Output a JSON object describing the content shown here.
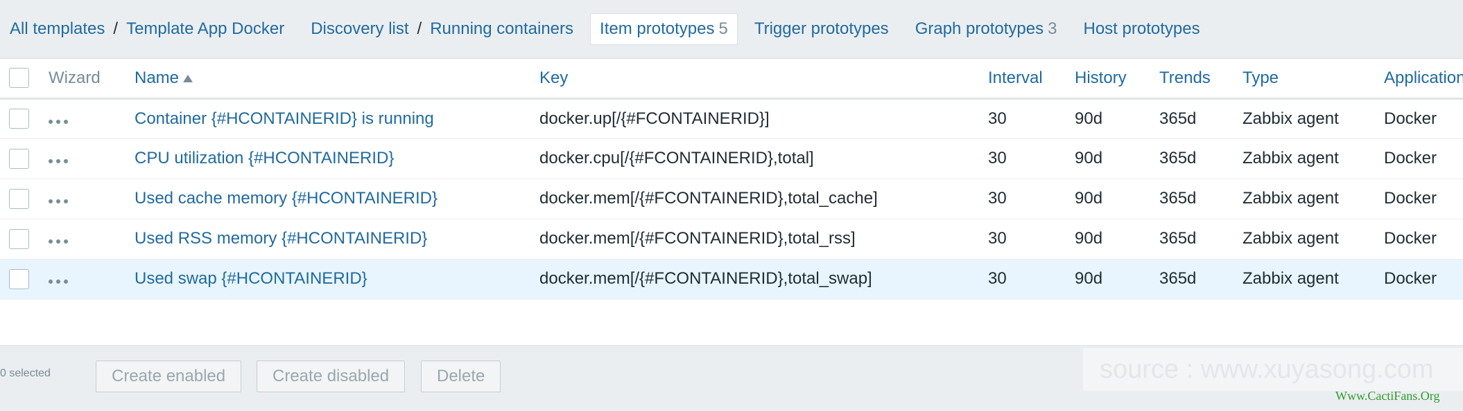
{
  "nav": {
    "breadcrumb_1": "All templates",
    "breadcrumb_2": "Template App Docker",
    "breadcrumb_3": "Discovery list",
    "breadcrumb_4": "Running containers",
    "separator": "/",
    "tabs": [
      {
        "label": "Item prototypes",
        "count": "5",
        "active": true
      },
      {
        "label": "Trigger prototypes",
        "count": ""
      },
      {
        "label": "Graph prototypes",
        "count": "3"
      },
      {
        "label": "Host prototypes",
        "count": ""
      }
    ]
  },
  "table": {
    "columns": {
      "wizard": "Wizard",
      "name": "Name",
      "key": "Key",
      "interval": "Interval",
      "history": "History",
      "trends": "Trends",
      "type": "Type",
      "applications": "Applications"
    },
    "sort": {
      "column": "name",
      "direction": "asc"
    },
    "rows": [
      {
        "name": "Container {#HCONTAINERID} is running",
        "key": "docker.up[/{#FCONTAINERID}]",
        "interval": "30",
        "history": "90d",
        "trends": "365d",
        "type": "Zabbix agent",
        "applications": "Docker"
      },
      {
        "name": "CPU utilization {#HCONTAINERID}",
        "key": "docker.cpu[/{#FCONTAINERID},total]",
        "interval": "30",
        "history": "90d",
        "trends": "365d",
        "type": "Zabbix agent",
        "applications": "Docker"
      },
      {
        "name": "Used cache memory {#HCONTAINERID}",
        "key": "docker.mem[/{#FCONTAINERID},total_cache]",
        "interval": "30",
        "history": "90d",
        "trends": "365d",
        "type": "Zabbix agent",
        "applications": "Docker"
      },
      {
        "name": "Used RSS memory {#HCONTAINERID}",
        "key": "docker.mem[/{#FCONTAINERID},total_rss]",
        "interval": "30",
        "history": "90d",
        "trends": "365d",
        "type": "Zabbix agent",
        "applications": "Docker"
      },
      {
        "name": "Used swap {#HCONTAINERID}",
        "key": "docker.mem[/{#FCONTAINERID},total_swap]",
        "interval": "30",
        "history": "90d",
        "trends": "365d",
        "type": "Zabbix agent",
        "applications": "Docker"
      }
    ]
  },
  "footer": {
    "selected_count": "0 selected",
    "create_enabled": "Create enabled",
    "create_disabled": "Create disabled",
    "delete": "Delete"
  },
  "watermark": "source : www.xuyasong.com",
  "sitemark": "Www.CactiFans.Org",
  "colors": {
    "link": "#1f6aa1",
    "muted": "#768d99",
    "background": "#ebeef0",
    "row_hover": "#e8f5ff"
  }
}
